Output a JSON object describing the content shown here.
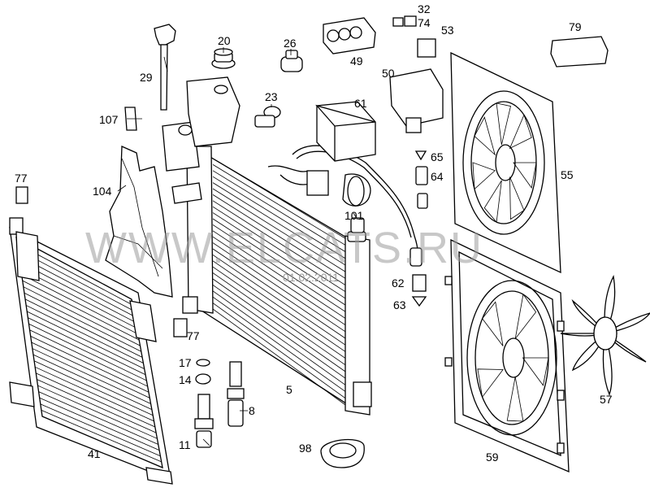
{
  "watermark": "WWW.ELCATS.RU",
  "date": "01.02.2011",
  "callouts": [
    {
      "id": "l32",
      "text": "32"
    },
    {
      "id": "l74",
      "text": "74"
    },
    {
      "id": "l53",
      "text": "53"
    },
    {
      "id": "l79",
      "text": "79"
    },
    {
      "id": "l20",
      "text": "20"
    },
    {
      "id": "l26",
      "text": "26"
    },
    {
      "id": "l49",
      "text": "49"
    },
    {
      "id": "l29",
      "text": "29"
    },
    {
      "id": "l50",
      "text": "50"
    },
    {
      "id": "l23",
      "text": "23"
    },
    {
      "id": "l61",
      "text": "61"
    },
    {
      "id": "l107",
      "text": "107"
    },
    {
      "id": "l65",
      "text": "65"
    },
    {
      "id": "l55",
      "text": "55"
    },
    {
      "id": "l64",
      "text": "64"
    },
    {
      "id": "l77a",
      "text": "77"
    },
    {
      "id": "l104",
      "text": "104"
    },
    {
      "id": "l101",
      "text": "101"
    },
    {
      "id": "l62",
      "text": "62"
    },
    {
      "id": "l63",
      "text": "63"
    },
    {
      "id": "l77b",
      "text": "77"
    },
    {
      "id": "l17",
      "text": "17"
    },
    {
      "id": "l14",
      "text": "14"
    },
    {
      "id": "l5",
      "text": "5"
    },
    {
      "id": "l57",
      "text": "57"
    },
    {
      "id": "l8",
      "text": "8"
    },
    {
      "id": "l11",
      "text": "11"
    },
    {
      "id": "l41",
      "text": "41"
    },
    {
      "id": "l98",
      "text": "98"
    },
    {
      "id": "l59",
      "text": "59"
    }
  ]
}
